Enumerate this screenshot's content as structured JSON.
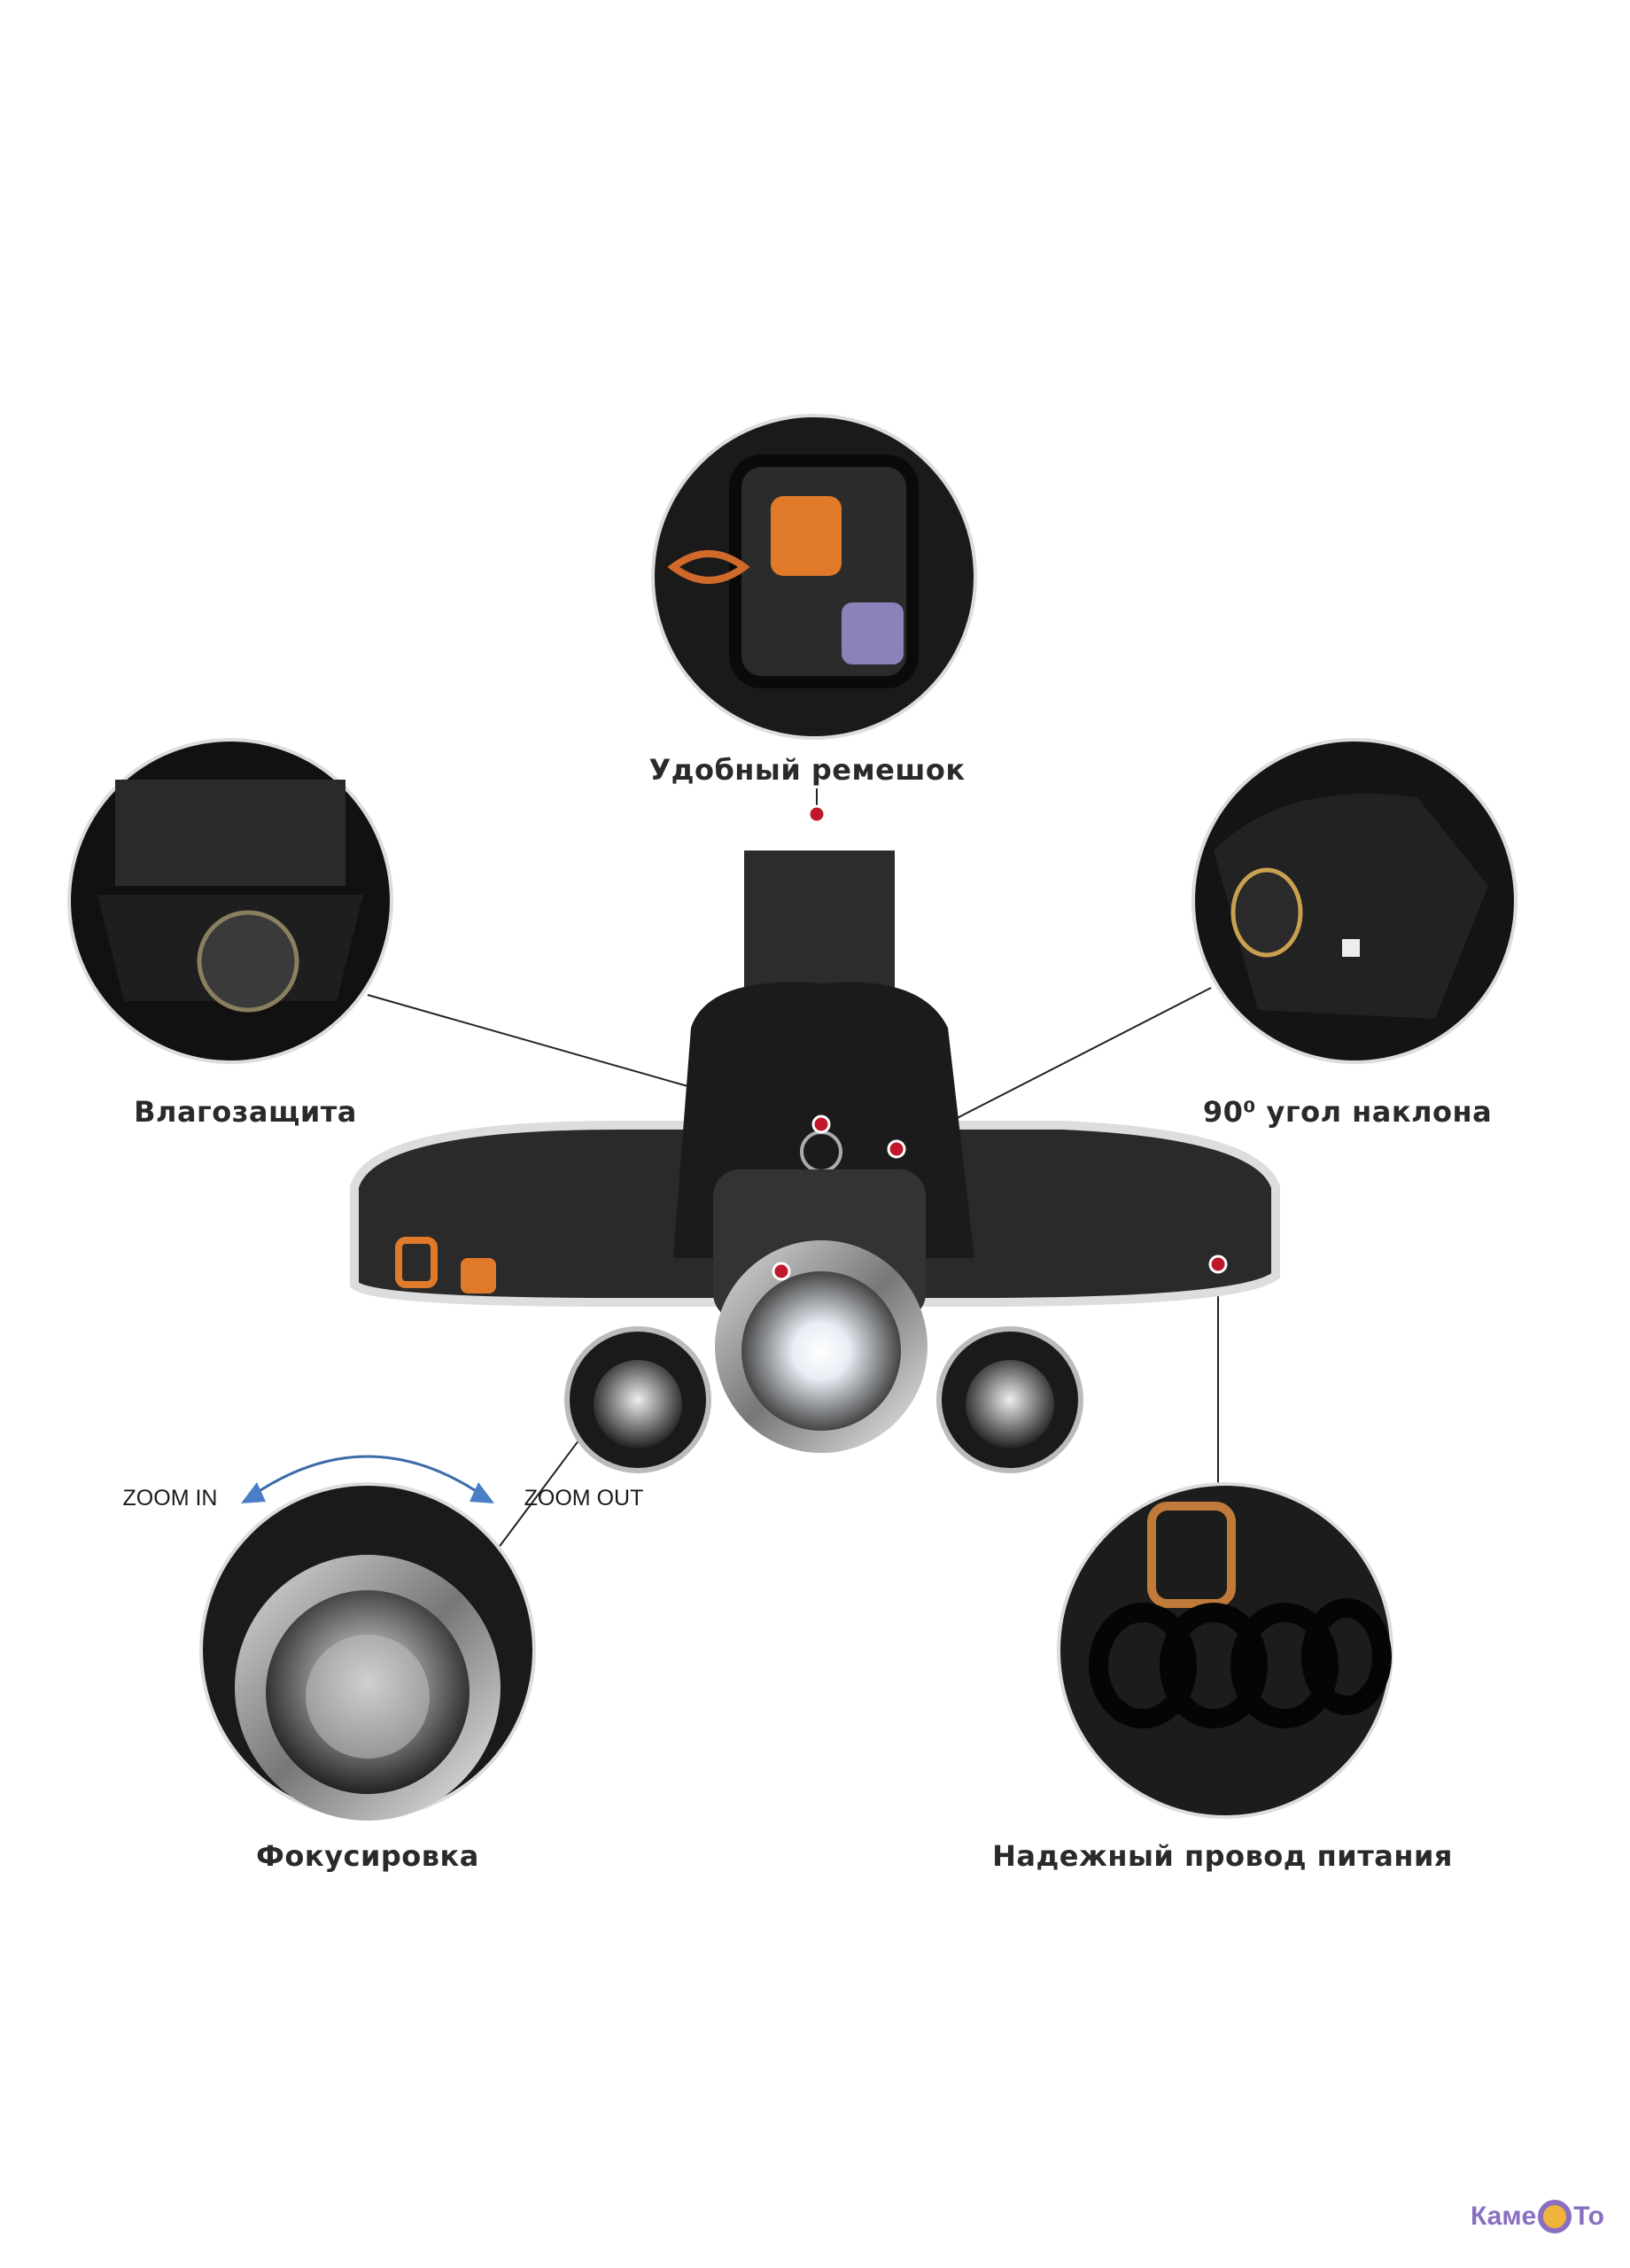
{
  "features": {
    "strap": "Удобный ремешок",
    "waterproof": "Влагозащита",
    "tilt": "90⁰ угол наклона",
    "focus": "Фокусировка",
    "cable": "Надежный провод питания"
  },
  "zoom": {
    "in": "ZOOM IN",
    "out": "ZOOM OUT"
  },
  "logo": {
    "left": "Каме",
    "right": "То"
  },
  "colors": {
    "accent_dot": "#c0182a",
    "arrow": "#4a7fc8",
    "logo": "#8a6fc0"
  }
}
